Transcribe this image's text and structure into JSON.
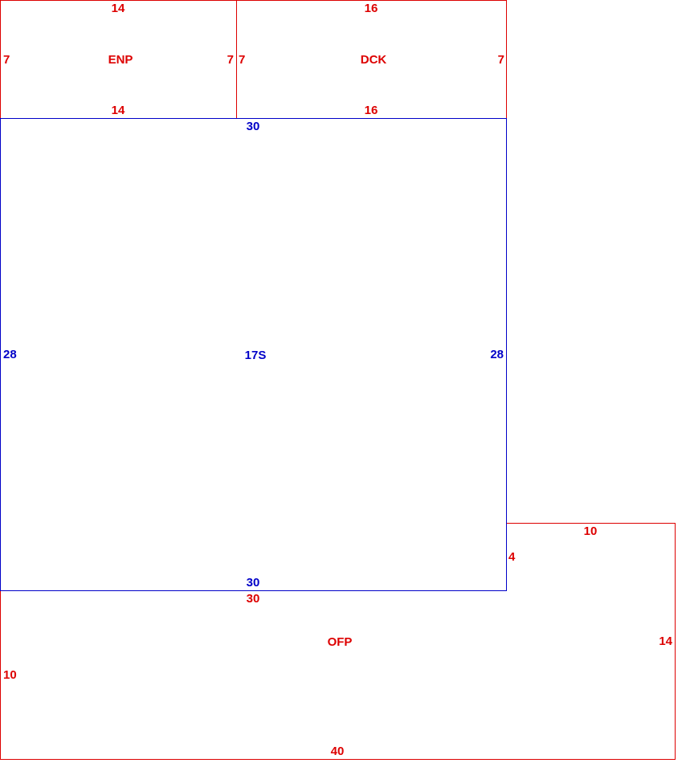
{
  "colors": {
    "main": "#0000c8",
    "addition": "#dd0000"
  },
  "areas": {
    "enp": {
      "code": "ENP",
      "top": "14",
      "bottom": "14",
      "left": "7",
      "right": "7"
    },
    "dck": {
      "code": "DCK",
      "top": "16",
      "bottom": "16",
      "left": "7",
      "right": "7"
    },
    "main": {
      "code": "17S",
      "top": "30",
      "bottom": "30",
      "left": "28",
      "right": "28"
    },
    "ofp": {
      "code": "OFP",
      "top": "30",
      "step_top": "10",
      "step_side": "4",
      "right": "14",
      "left": "10",
      "bottom": "40"
    }
  }
}
